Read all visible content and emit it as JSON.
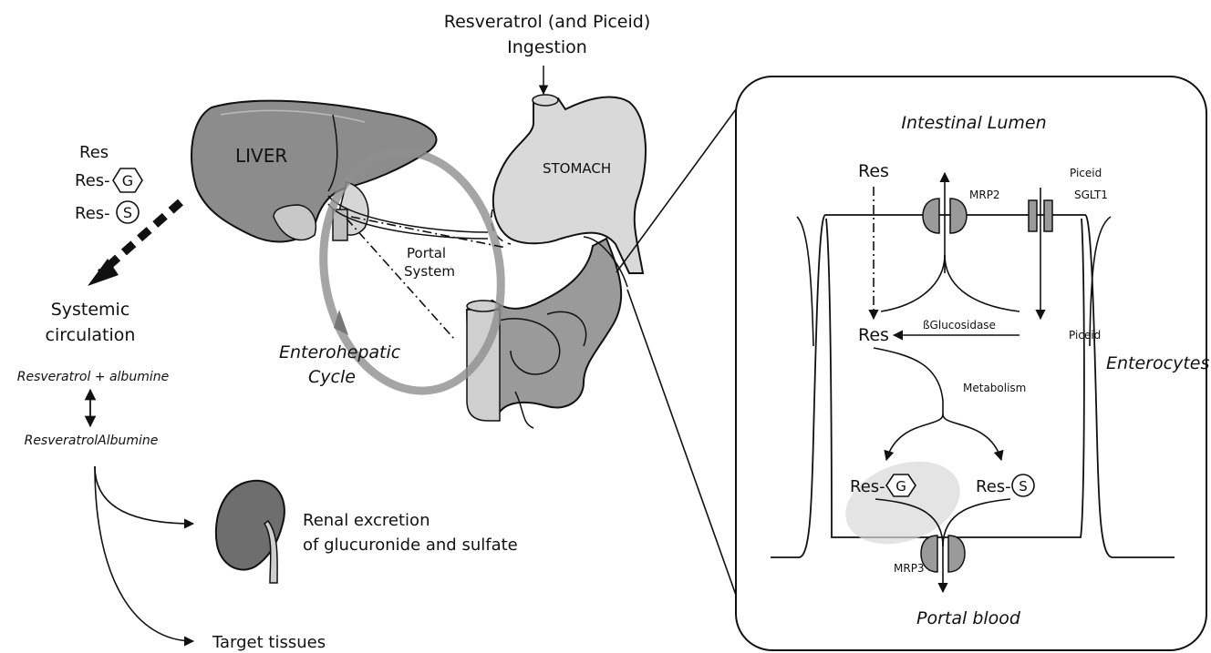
{
  "ingestion": {
    "line1": "Resveratrol (and Piceid)",
    "line2": "Ingestion"
  },
  "organs": {
    "liver": "LIVER",
    "stomach": "STOMACH"
  },
  "portal": {
    "line1": "Portal",
    "line2": "System"
  },
  "enterohepatic": {
    "line1": "Enterohepatic",
    "line2": "Cycle"
  },
  "left_forms": {
    "res": "Res",
    "res_g_prefix": "Res-",
    "res_s_prefix": "Res-",
    "g": "G",
    "s": "S"
  },
  "systemic": {
    "line1": "Systemic",
    "line2": "circulation"
  },
  "albumin": {
    "free": "Resveratrol + albumine",
    "bound": "ResveratrolAlbumine"
  },
  "renal": {
    "line1": "Renal excretion",
    "line2": "of glucuronide and sulfate"
  },
  "target": "Target tissues",
  "inset": {
    "lumen": "Intestinal Lumen",
    "res_top": "Res",
    "mrp2": "MRP2",
    "piceid_top": "Piceid",
    "sglt1": "SGLT1",
    "res_mid": "Res",
    "glucosidase": "ßGlucosidase",
    "piceid_mid": "Piceid",
    "enterocytes": "Enterocytes",
    "metabolism": "Metabolism",
    "res_g_prefix": "Res-",
    "res_s_prefix": "Res-",
    "g": "G",
    "s": "S",
    "mrp3": "MRP3",
    "portal_blood": "Portal blood"
  }
}
